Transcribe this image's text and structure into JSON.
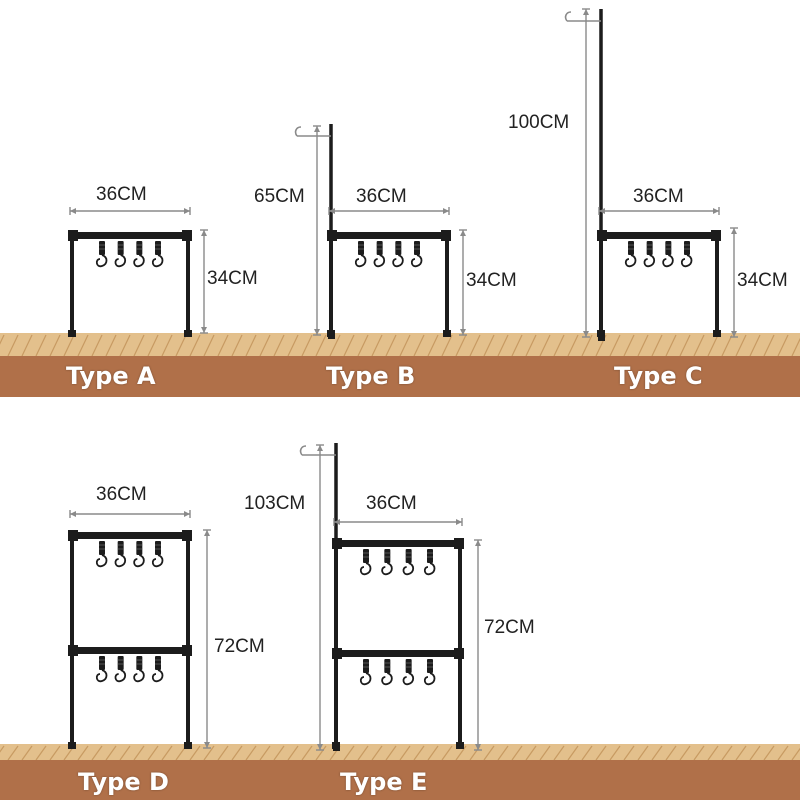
{
  "colors": {
    "background": "#ffffff",
    "board": "#b07049",
    "planks": "#e3c08c",
    "frame": "#1c1c1c",
    "dimension_line": "#8a8a8a",
    "label_text": "#222222",
    "type_text": "#ffffff"
  },
  "racks": [
    {
      "name": "Type A",
      "width_label": "36CM",
      "height_label": "34CM",
      "tiers": 1,
      "hooks_per_tier": 4,
      "lamp_pole": false
    },
    {
      "name": "Type B",
      "width_label": "36CM",
      "height_label": "34CM",
      "pole_label": "65CM",
      "tiers": 1,
      "hooks_per_tier": 4,
      "lamp_pole": true
    },
    {
      "name": "Type C",
      "width_label": "36CM",
      "height_label": "34CM",
      "pole_label": "100CM",
      "tiers": 1,
      "hooks_per_tier": 4,
      "lamp_pole": true
    },
    {
      "name": "Type D",
      "width_label": "36CM",
      "height_label": "72CM",
      "tiers": 2,
      "hooks_per_tier": 4,
      "lamp_pole": false
    },
    {
      "name": "Type E",
      "width_label": "36CM",
      "height_label": "72CM",
      "pole_label": "103CM",
      "tiers": 2,
      "hooks_per_tier": 4,
      "lamp_pole": true
    }
  ]
}
